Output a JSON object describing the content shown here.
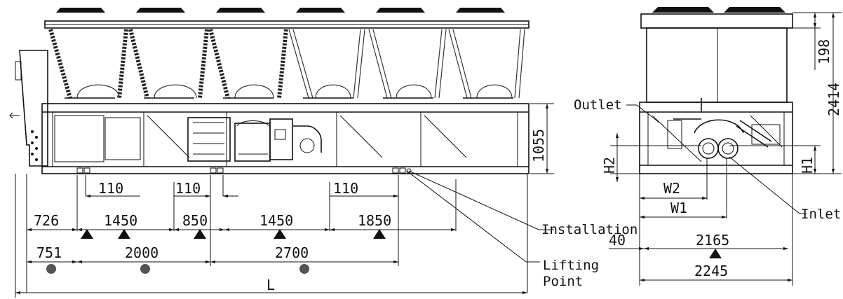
{
  "drawing": {
    "side_view": {
      "overall_length_label": "L",
      "height_label": "1055",
      "lifting_offsets": [
        "110",
        "110",
        "110"
      ],
      "installation_points": [
        "726",
        "1450",
        "850",
        "1450",
        "1850"
      ],
      "lifting_points": [
        "751",
        "2000",
        "2700"
      ]
    },
    "callouts": {
      "installation": "Installation",
      "lifting_line1": "Lifting",
      "lifting_line2": "Point"
    },
    "end_view": {
      "outlet": "Outlet",
      "inlet": "Inlet",
      "total_height": "2414",
      "fan_height": "198",
      "h1": "H1",
      "h2": "H2",
      "w1": "W1",
      "w2": "W2",
      "offset": "40",
      "installation_width": "2165",
      "overall_width": "2245"
    }
  },
  "markers": {
    "installation_symbol": "triangle",
    "lifting_symbol": "circle",
    "lifting_color": "#555555"
  }
}
